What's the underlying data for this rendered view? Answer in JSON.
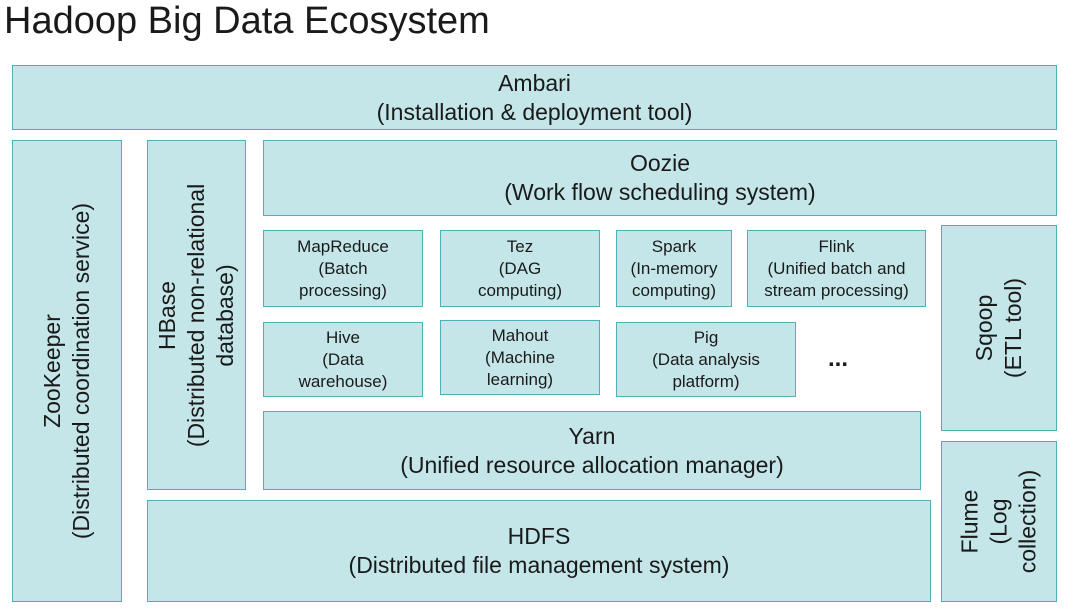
{
  "title": "Hadoop Big Data Ecosystem",
  "colors": {
    "box_fill": "#c4e6e9",
    "box_border": "#4fb0b8"
  },
  "boxes": {
    "ambari": {
      "name": "Ambari",
      "desc": "(Installation & deployment tool)"
    },
    "zookeeper": {
      "name": "ZooKeeper",
      "desc": "(Distributed coordination service)"
    },
    "hbase": {
      "name": "HBase",
      "desc1": "(Distributed non-relational",
      "desc2": "database)"
    },
    "oozie": {
      "name": "Oozie",
      "desc": "(Work flow scheduling system)"
    },
    "mapreduce": {
      "name": "MapReduce",
      "desc1": "(Batch",
      "desc2": "processing)"
    },
    "tez": {
      "name": "Tez",
      "desc1": "(DAG",
      "desc2": "computing)"
    },
    "spark": {
      "name": "Spark",
      "desc1": "(In-memory",
      "desc2": "computing)"
    },
    "flink": {
      "name": "Flink",
      "desc1": "(Unified batch and",
      "desc2": "stream processing)"
    },
    "hive": {
      "name": "Hive",
      "desc1": "(Data",
      "desc2": "warehouse)"
    },
    "mahout": {
      "name": "Mahout",
      "desc1": "(Machine",
      "desc2": "learning)"
    },
    "pig": {
      "name": "Pig",
      "desc1": "(Data analysis",
      "desc2": "platform)"
    },
    "ellipsis": "...",
    "yarn": {
      "name": "Yarn",
      "desc": "(Unified resource allocation manager)"
    },
    "hdfs": {
      "name": "HDFS",
      "desc": "(Distributed file management system)"
    },
    "sqoop": {
      "name": "Sqoop",
      "desc": "(ETL tool)"
    },
    "flume": {
      "name": "Flume",
      "desc1": "(Log",
      "desc2": "collection)"
    }
  }
}
